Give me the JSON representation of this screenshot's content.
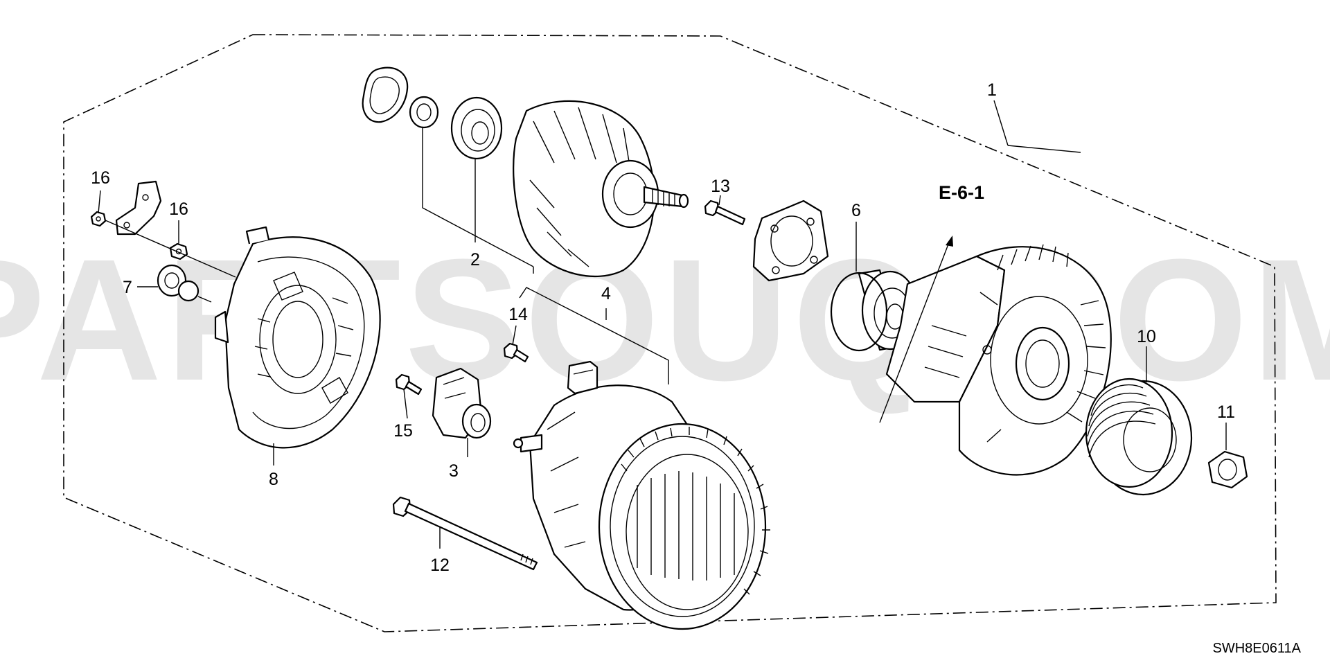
{
  "watermark": "PARTSOUQ.COM",
  "reference_label": "E-6-1",
  "diagram_code": "SWH8E0611A",
  "callouts": [
    {
      "id": "c1",
      "label": "1"
    },
    {
      "id": "c2",
      "label": "2"
    },
    {
      "id": "c3",
      "label": "3"
    },
    {
      "id": "c4",
      "label": "4"
    },
    {
      "id": "c6",
      "label": "6"
    },
    {
      "id": "c7",
      "label": "7"
    },
    {
      "id": "c8",
      "label": "8"
    },
    {
      "id": "c10",
      "label": "10"
    },
    {
      "id": "c11",
      "label": "11"
    },
    {
      "id": "c12",
      "label": "12"
    },
    {
      "id": "c13",
      "label": "13"
    },
    {
      "id": "c14",
      "label": "14"
    },
    {
      "id": "c15",
      "label": "15"
    },
    {
      "id": "c16a",
      "label": "16"
    },
    {
      "id": "c16b",
      "label": "16"
    }
  ]
}
